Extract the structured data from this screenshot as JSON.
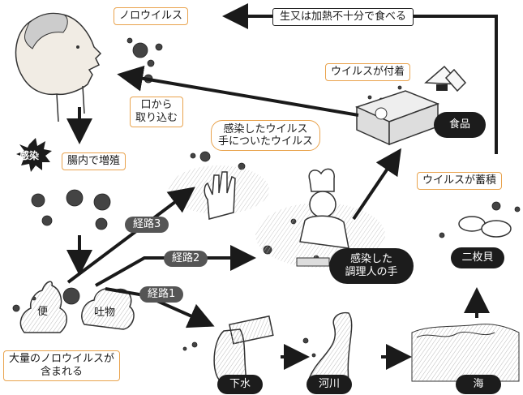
{
  "labels": {
    "norovirus": "ノロウイルス",
    "raw_food": "生又は加熱不十分で食べる",
    "virus_attached": "ウイルスが付着",
    "food": "食品",
    "take_in": "口から\n取り込む",
    "infected_hand_virus": "感染したウイルス\n手についたウイルス",
    "infection": "感染",
    "intestine": "腸内で増殖",
    "virus_accumulate": "ウイルスが蓄積",
    "route3": "経路3",
    "route2": "経路2",
    "route1": "経路1",
    "cook_hand": "感染した\n調理人の手",
    "shellfish": "二枚貝",
    "feces": "便",
    "vomit": "吐物",
    "many_noro": "大量のノロウイルスが\n含まれる",
    "sewage": "下水",
    "river": "河川",
    "sea": "海"
  },
  "colors": {
    "accent_border": "#e9a34d",
    "arrow": "#1a1a1a",
    "pill": "#555555",
    "dark_label": "#1c1c1c"
  }
}
